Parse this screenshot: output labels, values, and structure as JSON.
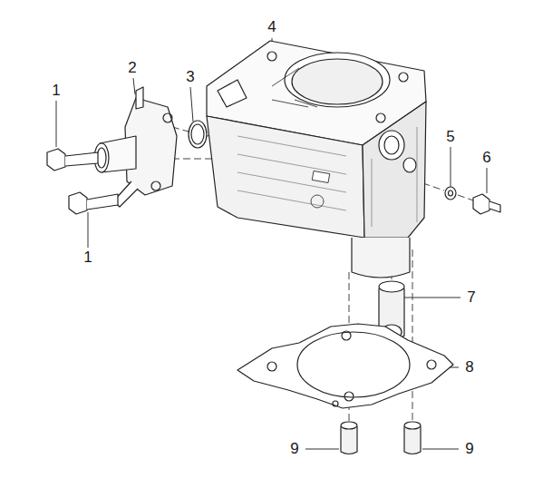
{
  "diagram": {
    "labels": [
      "4",
      "2",
      "3",
      "1",
      "5",
      "6",
      "1",
      "7",
      "8",
      "9",
      "9"
    ]
  }
}
